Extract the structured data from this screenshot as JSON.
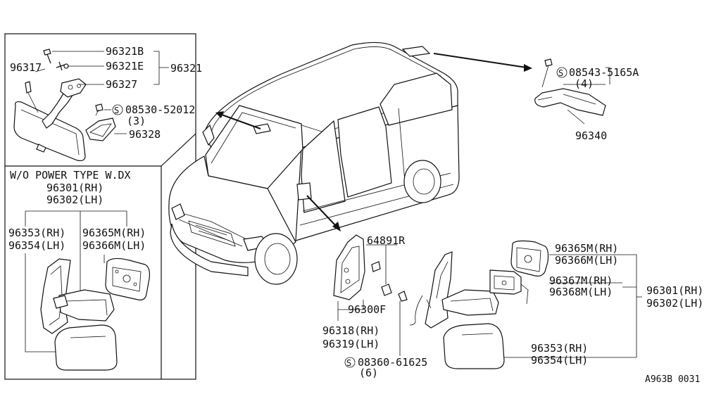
{
  "inset_top": {
    "b1": "96321B",
    "e1": "96321E",
    "grp": "96321",
    "m1": "96317",
    "a1": "96327",
    "screw": "08530-52012",
    "screw_qty": "(3)",
    "cover": "96328"
  },
  "inset_bottom": {
    "heading": "W/O POWER TYPE W.DX",
    "assy_rh": "96301(RH)",
    "assy_lh": "96302(LH)",
    "body_rh": "96353(RH)",
    "body_lh": "96354(LH)",
    "glass_rh": "96365M(RH)",
    "glass_lh": "96366M(LH)"
  },
  "roof": {
    "screw": "08543-5165A",
    "qty": "(4)",
    "mirror": "96340"
  },
  "door": {
    "grommet": "64891R",
    "finisher": "96300F",
    "cover_rh": "96318(RH)",
    "cover_lh": "96319(LH)",
    "screw": "08360-61625",
    "screw_qty": "(6)"
  },
  "power": {
    "glass_rh": "96365M(RH)",
    "glass_lh": "96366M(LH)",
    "holder_rh": "96367M(RH)",
    "holder_lh": "96368M(LH)",
    "assy_rh": "96301(RH)",
    "assy_lh": "96302(LH)",
    "body_rh": "96353(RH)",
    "body_lh": "96354(LH)"
  },
  "code": "A963B 0031",
  "s_mark": "S"
}
